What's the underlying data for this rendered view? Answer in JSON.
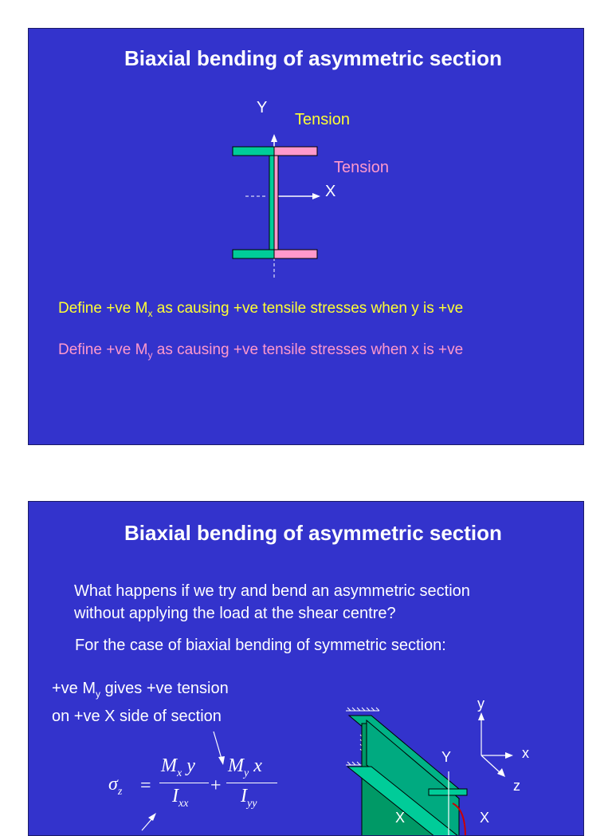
{
  "slide1": {
    "title": "Biaxial bending of asymmetric section",
    "axis_y_label": "Y",
    "axis_x_label": "X",
    "tension_yellow": "Tension",
    "tension_pink": "Tension",
    "def_x_pre": "Define +ve M",
    "def_x_sub": "x",
    "def_x_post": " as causing +ve tensile stresses when y is +ve",
    "def_y_pre": "Define +ve M",
    "def_y_sub": "y",
    "def_y_post": " as causing +ve tensile stresses when x is +ve",
    "colors": {
      "background": "#3333cc",
      "green": "#00cc99",
      "pink": "#ff99cc",
      "yellow": "#ffff33"
    }
  },
  "slide2": {
    "title": "Biaxial bending of asymmetric section",
    "question_line1": "What happens if we try and bend an asymmetric section",
    "question_line2": "without applying the load at the shear centre?",
    "case_text": "For the case of biaxial bending of symmetric section:",
    "my_line1_pre": "+ve M",
    "my_line1_sub": "y",
    "my_line1_post": " gives +ve tension",
    "my_line2": "on +ve X side of section",
    "formula": {
      "lhs": "σ",
      "lhs_sub": "z",
      "num1": "M",
      "num1_sub": "x",
      "num1_var": "y",
      "den1": "I",
      "den1_sub": "xx",
      "num2": "M",
      "num2_sub": "y",
      "num2_var": "x",
      "den2": "I",
      "den2_sub": "yy"
    },
    "axes3d": {
      "y": "y",
      "x": "x",
      "z": "z"
    },
    "beam_labels": {
      "Y": "Y",
      "X_left": "X",
      "X_right": "X"
    }
  }
}
